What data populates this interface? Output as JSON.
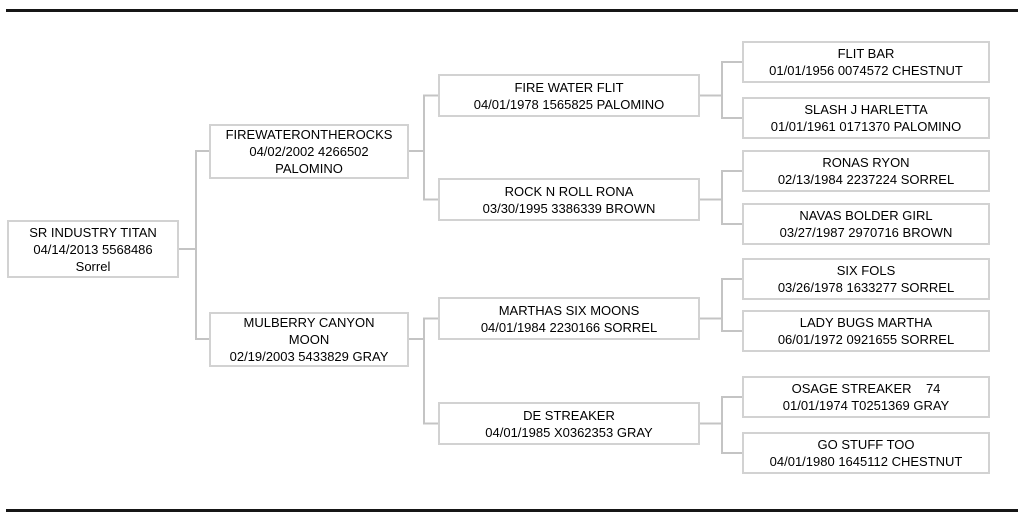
{
  "colors": {
    "rule": "#161616",
    "box_border": "#d2d2d2",
    "connector": "#c4c4c4",
    "text": "#000000",
    "background": "#ffffff"
  },
  "pedigree": {
    "subject": {
      "lines": [
        "SR INDUSTRY TITAN",
        "04/14/2013 5568486",
        "Sorrel"
      ]
    },
    "sire": {
      "lines": [
        "FIREWATERONTHEROCKS",
        "04/02/2002 4266502",
        "PALOMINO"
      ]
    },
    "dam": {
      "lines": [
        "MULBERRY CANYON",
        "MOON",
        "02/19/2003 5433829 GRAY"
      ]
    },
    "sire_sire": {
      "lines": [
        "FIRE WATER FLIT",
        "04/01/1978 1565825 PALOMINO"
      ]
    },
    "sire_dam": {
      "lines": [
        "ROCK N ROLL RONA",
        "03/30/1995 3386339 BROWN"
      ]
    },
    "dam_sire": {
      "lines": [
        "MARTHAS SIX MOONS",
        "04/01/1984 2230166 SORREL"
      ]
    },
    "dam_dam": {
      "lines": [
        "DE STREAKER",
        "04/01/1985 X0362353 GRAY"
      ]
    },
    "sire_sire_sire": {
      "lines": [
        "FLIT BAR",
        "01/01/1956 0074572 CHESTNUT"
      ]
    },
    "sire_sire_dam": {
      "lines": [
        "SLASH J HARLETTA",
        "01/01/1961 0171370 PALOMINO"
      ]
    },
    "sire_dam_sire": {
      "lines": [
        "RONAS RYON",
        "02/13/1984 2237224 SORREL"
      ]
    },
    "sire_dam_dam": {
      "lines": [
        "NAVAS BOLDER GIRL",
        "03/27/1987 2970716 BROWN"
      ]
    },
    "dam_sire_sire": {
      "lines": [
        "SIX FOLS",
        "03/26/1978 1633277 SORREL"
      ]
    },
    "dam_sire_dam": {
      "lines": [
        "LADY BUGS MARTHA",
        "06/01/1972 0921655 SORREL"
      ]
    },
    "dam_dam_sire": {
      "lines": [
        "OSAGE STREAKER    74",
        "01/01/1974 T0251369 GRAY"
      ]
    },
    "dam_dam_dam": {
      "lines": [
        "GO STUFF TOO",
        "04/01/1980 1645112 CHESTNUT"
      ]
    }
  }
}
